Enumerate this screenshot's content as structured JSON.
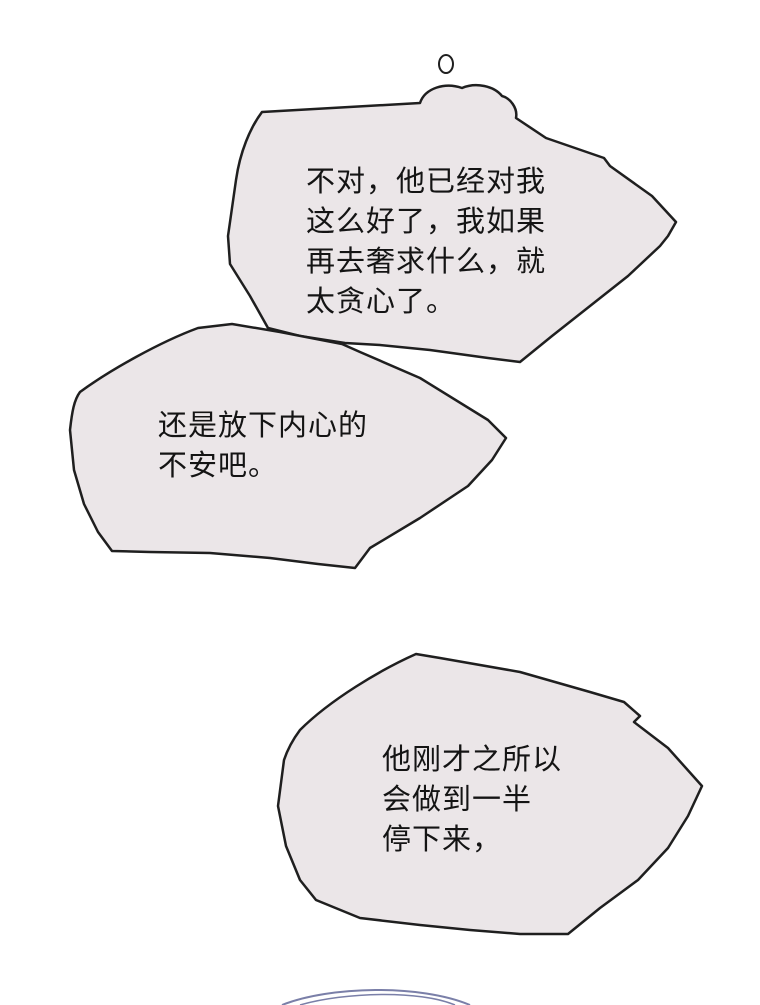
{
  "panel": {
    "bubbles": [
      {
        "lines": [
          "不对，他已经对我",
          "这么好了，我如果",
          "再去奢求什么，就",
          "太贪心了。"
        ]
      },
      {
        "lines": [
          "还是放下内心的",
          "不安吧。"
        ]
      },
      {
        "lines": [
          "他刚才之所以",
          "会做到一半",
          "停下来，"
        ]
      }
    ]
  },
  "colors": {
    "background": "#ffffff",
    "bubble_fill": "#ebe6e8",
    "bubble_outline": "#1f1f1f",
    "text": "#141414",
    "arc_outline": "#7a7fa8"
  }
}
